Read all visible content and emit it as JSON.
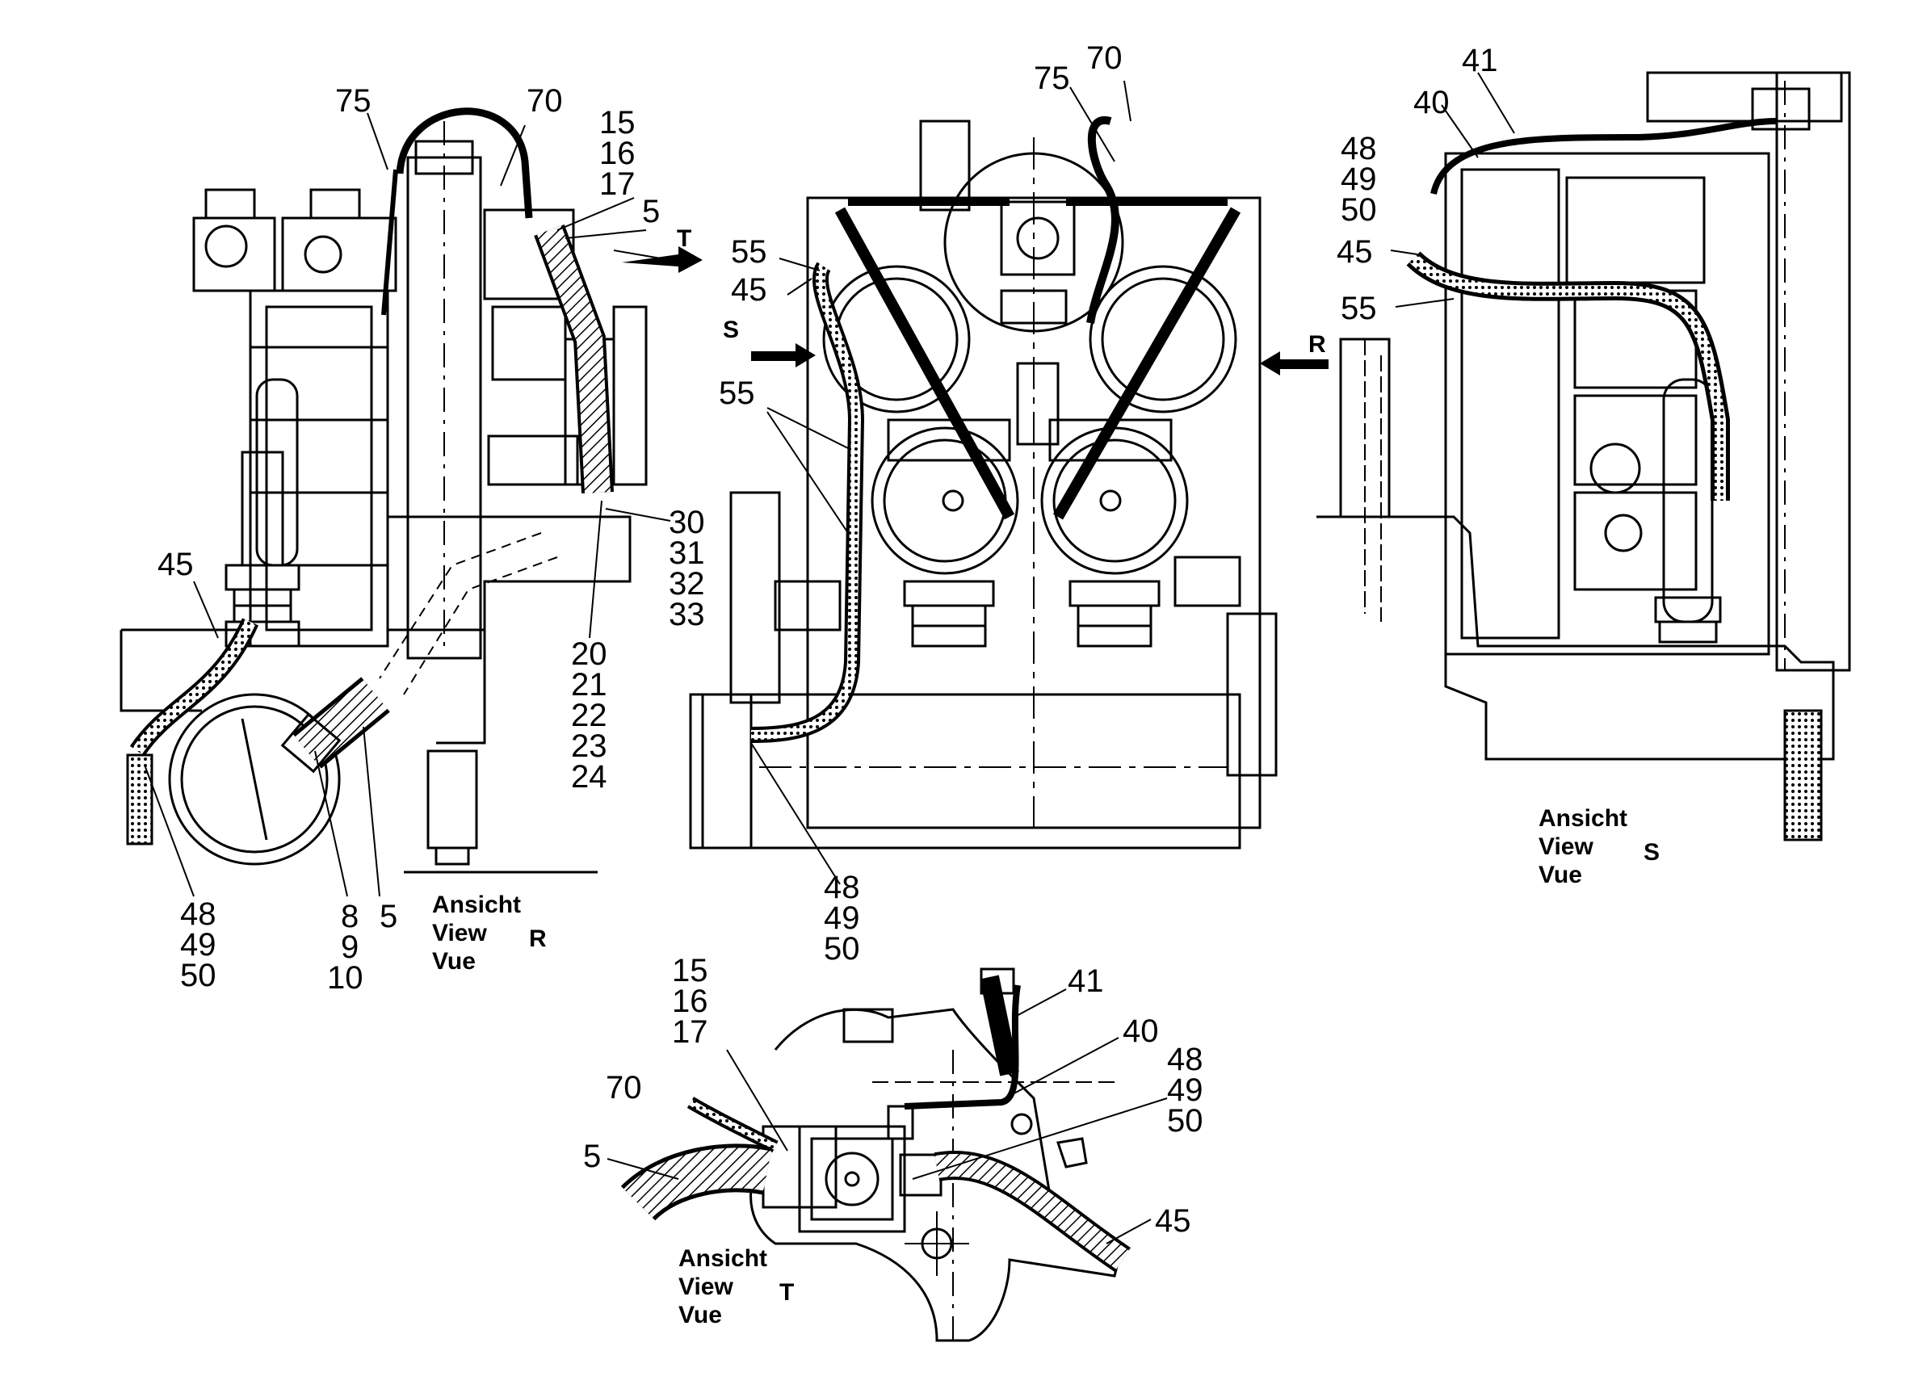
{
  "colors": {
    "ink": "#000000",
    "paper": "#ffffff"
  },
  "views": {
    "R": {
      "caption": [
        "Ansicht",
        "View",
        "Vue"
      ],
      "letter": "R",
      "labels": [
        "75",
        "70",
        "15",
        "16",
        "17",
        "5",
        "T",
        "45",
        "30",
        "31",
        "32",
        "33",
        "20",
        "21",
        "22",
        "23",
        "24",
        "48",
        "49",
        "50",
        "8",
        "9",
        "10",
        "5"
      ]
    },
    "front": {
      "labels": [
        "75",
        "70",
        "55",
        "45",
        "S",
        "55",
        "R",
        "48",
        "49",
        "50"
      ]
    },
    "S": {
      "caption": [
        "Ansicht",
        "View",
        "Vue"
      ],
      "letter": "S",
      "labels": [
        "41",
        "40",
        "48",
        "49",
        "50",
        "45",
        "55"
      ]
    },
    "T": {
      "caption": [
        "Ansicht",
        "View",
        "Vue"
      ],
      "letter": "T",
      "labels": [
        "15",
        "16",
        "17",
        "41",
        "40",
        "48",
        "49",
        "50",
        "70",
        "5",
        "45"
      ]
    }
  }
}
